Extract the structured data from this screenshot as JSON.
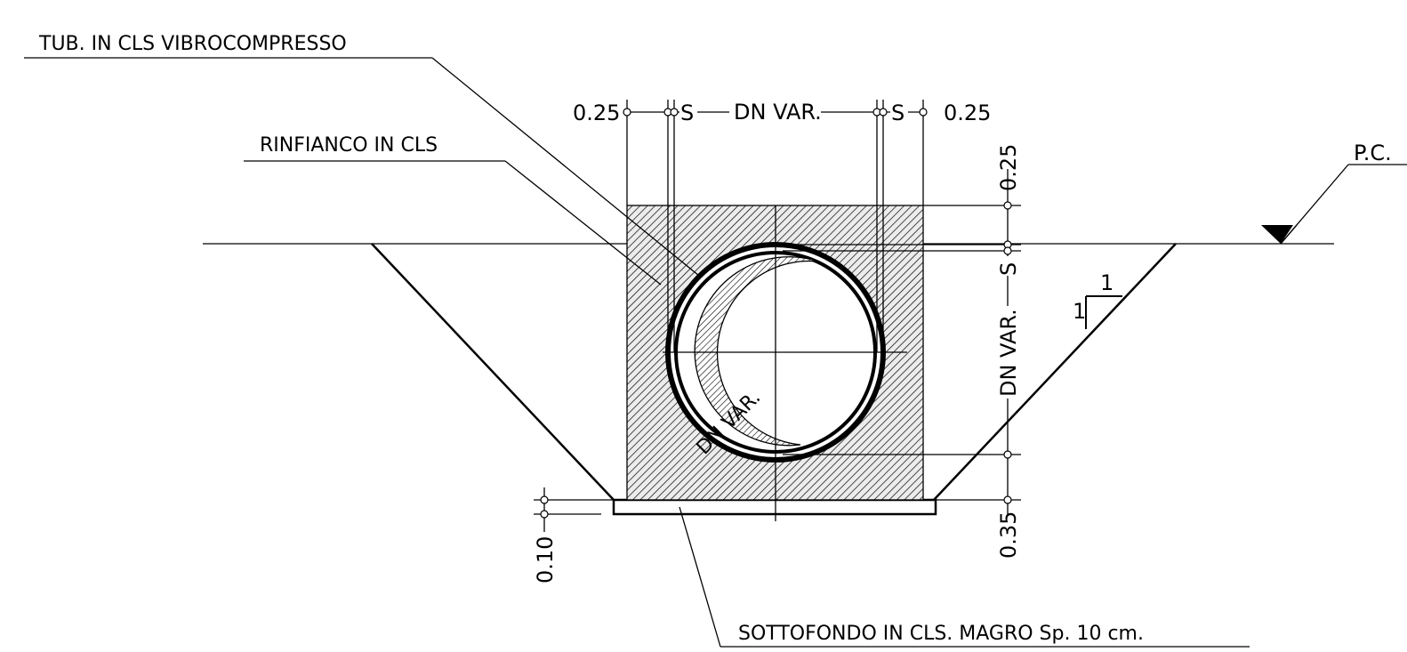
{
  "labels": {
    "pipe": "TUB. IN CLS VIBROCOMPRESSO",
    "haunch": "RINFIANCO IN CLS",
    "base": "SOTTOFONDO IN CLS. MAGRO Sp. 10 cm.",
    "ground_level": "P.C."
  },
  "dimensions": {
    "top_left_cover": "0.25",
    "top_left_wall": "S",
    "top_diameter": "DN VAR.",
    "top_right_wall": "S",
    "top_right_cover": "0.25",
    "right_top_cover": "0.25",
    "right_wall": "S",
    "right_diameter": "DN VAR.",
    "right_bottom_cover": "0.35",
    "left_base_thickness": "0.10",
    "pipe_diameter": "DN VAR."
  },
  "slope": {
    "run": "1",
    "rise": "1"
  },
  "colors": {
    "line": "#000000",
    "hatch_fill": "#e9e9e9",
    "background": "#ffffff"
  }
}
